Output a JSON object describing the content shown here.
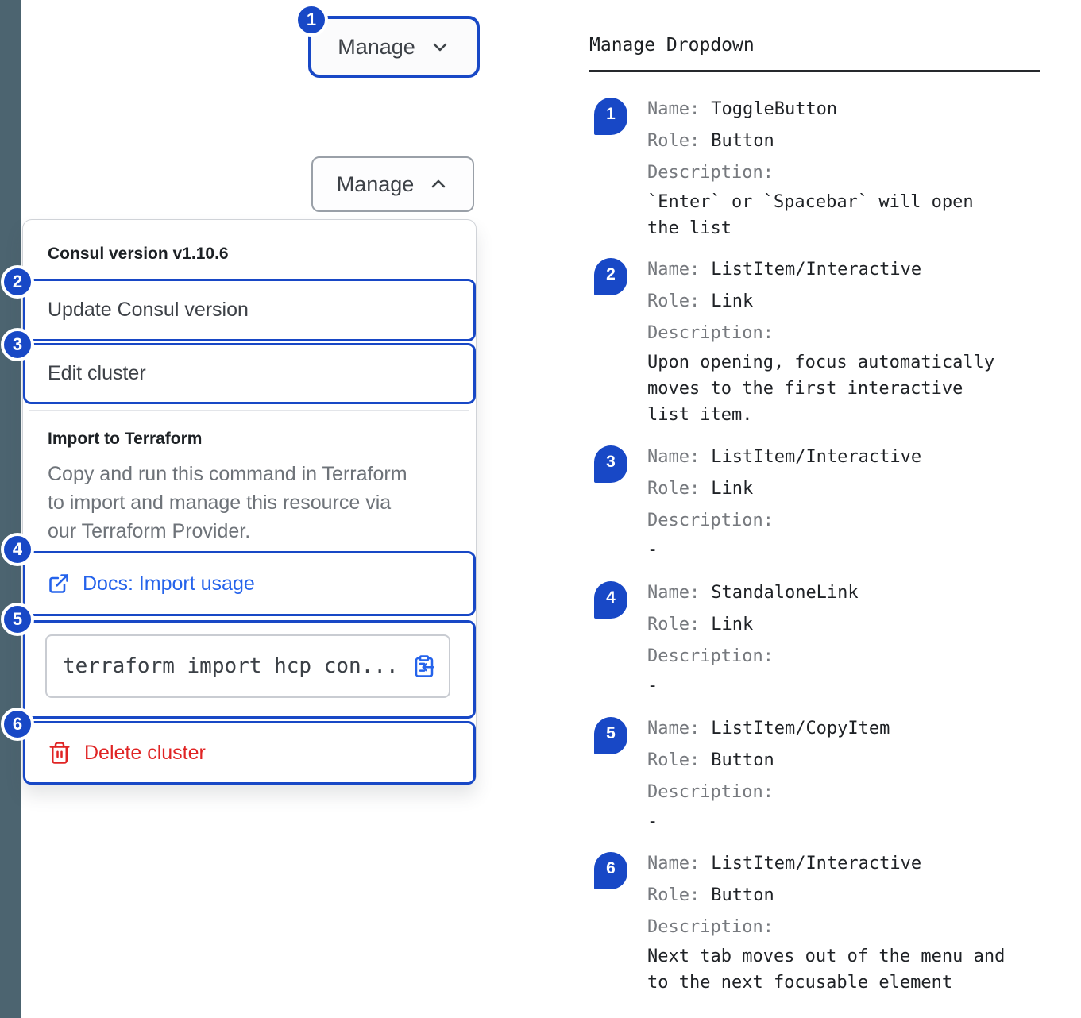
{
  "colors": {
    "accent_blue": "#1848c6",
    "link_blue": "#2563eb",
    "danger_red": "#e02424",
    "sidebar_strip": "#4c6470"
  },
  "toggle_button": {
    "label": "Manage"
  },
  "menu": {
    "version_header": "Consul version v1.10.6",
    "update_item": "Update Consul version",
    "edit_item": "Edit cluster",
    "import_header": "Import to Terraform",
    "import_desc_lines": [
      "Copy and run this command in Terraform",
      "to import and manage this resource via",
      "our Terraform Provider."
    ],
    "docs_link": "Docs: Import usage",
    "code_snippet": "terraform import hcp_con...",
    "delete_label": "Delete cluster"
  },
  "annotations": {
    "title": "Manage Dropdown",
    "labels": {
      "name": "Name:",
      "role": "Role:",
      "description": "Description:"
    },
    "entries": [
      {
        "num": "1",
        "name": "ToggleButton",
        "role": "Button",
        "desc_lines": [
          "`Enter` or `Spacebar` will open",
          "the list"
        ]
      },
      {
        "num": "2",
        "name": "ListItem/Interactive",
        "role": "Link",
        "desc_lines": [
          "Upon opening, focus automatically",
          "moves to the first interactive",
          "list item."
        ]
      },
      {
        "num": "3",
        "name": "ListItem/Interactive",
        "role": "Link",
        "desc_lines": [
          "-"
        ]
      },
      {
        "num": "4",
        "name": "StandaloneLink",
        "role": "Link",
        "desc_lines": [
          "-"
        ]
      },
      {
        "num": "5",
        "name": "ListItem/CopyItem",
        "role": "Button",
        "desc_lines": [
          "-"
        ]
      },
      {
        "num": "6",
        "name": "ListItem/Interactive",
        "role": "Button",
        "desc_lines": [
          "Next tab moves out of the menu and",
          "to the next focusable element"
        ]
      }
    ]
  }
}
